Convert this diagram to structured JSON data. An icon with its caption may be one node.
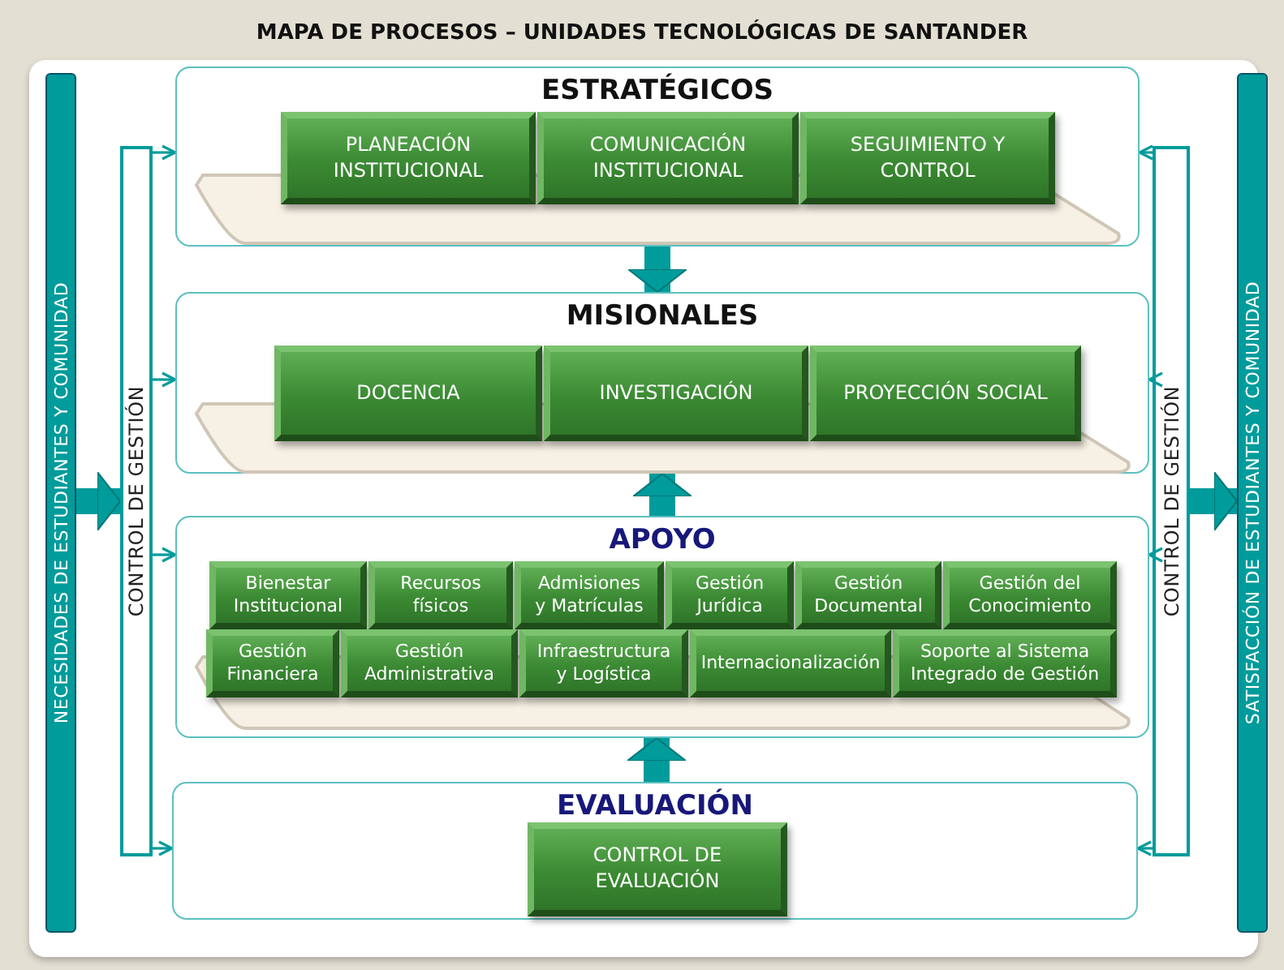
{
  "diagram": {
    "title": "MAPA DE PROCESOS – UNIDADES TECNOLÓGICAS DE SANTANDER",
    "nodes": [
      {
        "text": [
          "NECESIDADES DE ESTUDIANTES Y COMUNIDAD"
        ]
      },
      {
        "text": [
          "CONTROL DE GESTIÓN"
        ]
      },
      {
        "text": [
          "ESTRATÉGICOS"
        ]
      },
      {
        "text": [
          "PLANEACIÓN INSTITUCIONAL"
        ],
        "in": 2
      },
      {
        "text": [
          "COMUNICACIÓN INSTITUCIONAL"
        ],
        "in": 2
      },
      {
        "text": [
          "SEGUIMIENTO Y CONTROL"
        ],
        "in": 2
      },
      {
        "text": [
          "MISIONALES"
        ]
      },
      {
        "text": [
          "DOCENCIA"
        ],
        "in": 6
      },
      {
        "text": [
          "INVESTIGACIÓN"
        ],
        "in": 6
      },
      {
        "text": [
          "PROYECCIÓN SOCIAL"
        ],
        "in": 6
      },
      {
        "text": [
          "APOYO"
        ]
      },
      {
        "text": [
          "Bienestar Institucional"
        ],
        "in": 10
      },
      {
        "text": [
          "Recursos físicos"
        ],
        "in": 10
      },
      {
        "text": [
          "Admisiones y Matrículas"
        ],
        "in": 10
      },
      {
        "text": [
          "Gestión Jurídica"
        ],
        "in": 10
      },
      {
        "text": [
          "Gestión Documental"
        ],
        "in": 10
      },
      {
        "text": [
          "Gestión del Conocimiento"
        ],
        "in": 10
      },
      {
        "text": [
          "Gestión Financiera"
        ],
        "in": 10
      },
      {
        "text": [
          "Gestión Administrativa"
        ],
        "in": 10
      },
      {
        "text": [
          "Infraestructura y Logística"
        ],
        "in": 10
      },
      {
        "text": [
          "Internacionalización"
        ],
        "in": 10
      },
      {
        "text": [
          "Soporte al Sistema Integrado de Gestión"
        ],
        "in": 10
      },
      {
        "text": [
          "EVALUACIÓN"
        ]
      },
      {
        "text": [
          "CONTROL DE EVALUACIÓN"
        ],
        "in": 22
      },
      {
        "text": [
          "CONTROL DE GESTIÓN"
        ]
      },
      {
        "text": [
          "SATISFACCIÓN DE ESTUDIANTES Y COMUNIDAD"
        ]
      }
    ],
    "edges": [
      {
        "from": 0,
        "to": 1,
        "arrow": "to",
        "style": "thick"
      },
      {
        "from": 1,
        "to": 2,
        "arrow": "to"
      },
      {
        "from": 1,
        "to": 6,
        "arrow": "to"
      },
      {
        "from": 1,
        "to": 10,
        "arrow": "to"
      },
      {
        "from": 1,
        "to": 22,
        "arrow": "to"
      },
      {
        "from": 2,
        "to": 6,
        "arrow": "to",
        "style": "thick"
      },
      {
        "from": 10,
        "to": 6,
        "arrow": "to",
        "style": "thick"
      },
      {
        "from": 22,
        "to": 10,
        "arrow": "to",
        "style": "thick"
      },
      {
        "from": 24,
        "to": 2,
        "arrow": "to"
      },
      {
        "from": 24,
        "to": 6,
        "arrow": "to"
      },
      {
        "from": 24,
        "to": 10,
        "arrow": "to"
      },
      {
        "from": 24,
        "to": 22,
        "arrow": "to"
      },
      {
        "from": 24,
        "to": 25,
        "arrow": "to",
        "style": "thick"
      }
    ]
  }
}
